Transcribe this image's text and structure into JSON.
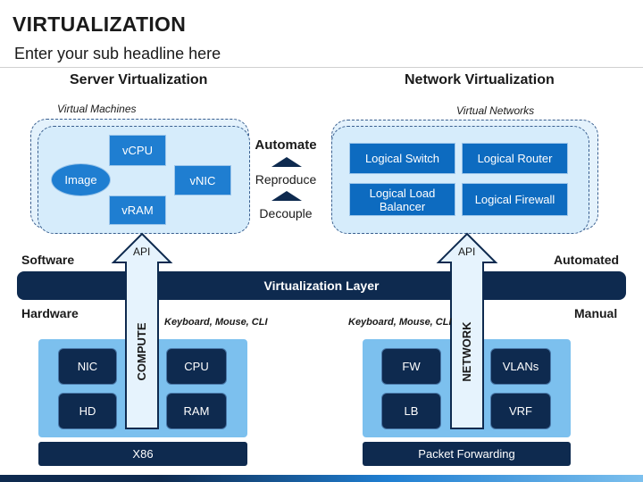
{
  "header": {
    "title": "VIRTUALIZATION",
    "subtitle": "Enter your sub headline here"
  },
  "server": {
    "heading": "Server Virtualization",
    "group_label": "Virtual Machines",
    "items": {
      "vcpu": "vCPU",
      "image": "Image",
      "vnic": "vNIC",
      "vram": "vRAM"
    }
  },
  "network": {
    "heading": "Network Virtualization",
    "group_label": "Virtual Networks",
    "items": {
      "switch": "Logical Switch",
      "router": "Logical Router",
      "lb": "Logical Load Balancer",
      "firewall": "Logical Firewall"
    }
  },
  "middle": {
    "automate": "Automate",
    "reproduce": "Reproduce",
    "decouple": "Decouple"
  },
  "layers": {
    "software": "Software",
    "automated": "Automated",
    "hardware": "Hardware",
    "manual": "Manual",
    "virtualization_layer": "Virtualization Layer"
  },
  "compute": {
    "arrow_label": "COMPUTE",
    "api": "API",
    "io_label": "Keyboard, Mouse, CLI",
    "boxes": {
      "nic": "NIC",
      "cpu": "CPU",
      "hd": "HD",
      "ram": "RAM"
    },
    "base": "X86"
  },
  "net_hw": {
    "arrow_label": "NETWORK",
    "api": "API",
    "io_label": "Keyboard, Mouse, CLI",
    "boxes": {
      "fw": "FW",
      "vlans": "VLANs",
      "lb": "LB",
      "vrf": "VRF"
    },
    "base": "Packet Forwarding"
  },
  "colors": {
    "navy": "#0e2a4f",
    "blue": "#1f7ed1",
    "light_blue": "#7cc0ee",
    "pale_blue": "#d6ecfb"
  }
}
